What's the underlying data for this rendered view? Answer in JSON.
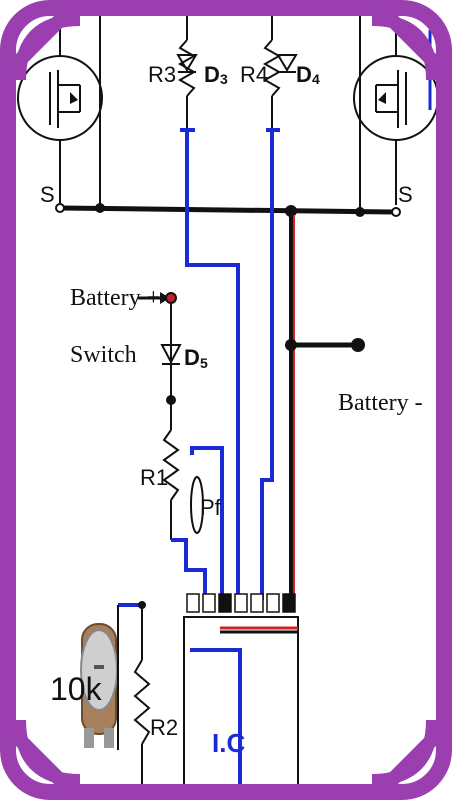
{
  "labels": {
    "r3": "R3",
    "d3": "D",
    "d3_sub": "3",
    "r4": "R4",
    "d4": "D",
    "d4_sub": "4",
    "s_left": "S",
    "s_right": "S",
    "battery_plus": "Battery +",
    "switch": "Switch",
    "d5": "D",
    "d5_sub": "5",
    "battery_minus": "Battery -",
    "r1": "R1",
    "pf": "Pf",
    "pot": "10k",
    "r2": "R2",
    "ic": "I.C"
  },
  "colors": {
    "frame": "#9b3fb0",
    "wire_blue": "#1a2bd6",
    "wire_black": "#111111",
    "wire_red": "#d42020",
    "ic_label": "#1a2bd6",
    "battery_dot": "#c0202a"
  }
}
